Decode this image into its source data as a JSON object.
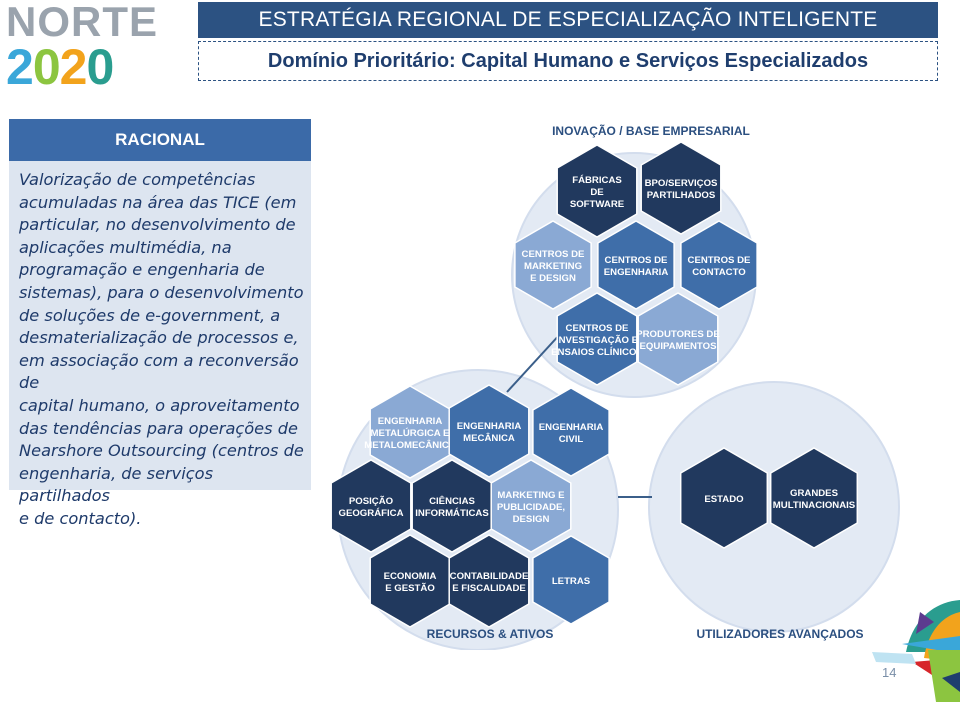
{
  "logo": {
    "line1": "NORTE",
    "line2": "2020"
  },
  "header": {
    "title": "ESTRATÉGIA REGIONAL DE ESPECIALIZAÇÃO INTELIGENTE",
    "subtitle": "Domínio Prioritário: Capital Humano e Serviços Especializados"
  },
  "racional": {
    "heading": "RACIONAL",
    "lines": [
      "Valorização de competências",
      "acumuladas na área das TICE (em",
      "particular, no desenvolvimento de",
      "aplicações multimédia, na",
      "programação e engenharia de",
      "sistemas), para o desenvolvimento",
      "de soluções de e-government, a",
      "desmaterialização de processos e,",
      "em associação com a reconversão de",
      "capital humano, o aproveitamento",
      "das tendências para operações de",
      "Nearshore Outsourcing (centros de",
      "engenharia, de serviços partilhados",
      "e de contacto)."
    ]
  },
  "diagram": {
    "top_circle_label": "INOVAÇÃO / BASE EMPRESARIAL",
    "left_circle_label": "RECURSOS & ATIVOS",
    "right_circle_label": "UTILIZADORES AVANÇADOS",
    "top_hexes": [
      {
        "lines": [
          "FÁBRICAS",
          "DE",
          "SOFTWARE"
        ],
        "shade": "dark"
      },
      {
        "lines": [
          "BPO/SERVIÇOS",
          "PARTILHADOS"
        ],
        "shade": "dark"
      },
      {
        "lines": [
          "CENTROS DE",
          "MARKETING",
          "E DESIGN"
        ],
        "shade": "light"
      },
      {
        "lines": [
          "CENTROS DE",
          "ENGENHARIA"
        ],
        "shade": "mid"
      },
      {
        "lines": [
          "CENTROS DE",
          "CONTACTO"
        ],
        "shade": "mid"
      },
      {
        "lines": [
          "CENTROS DE",
          "INVESTIGAÇÃO E",
          "ENSAIOS CLÍNICOS"
        ],
        "shade": "mid"
      },
      {
        "lines": [
          "PRODUTORES DE",
          "EQUIPAMENTOS"
        ],
        "shade": "light"
      }
    ],
    "left_hexes": [
      {
        "lines": [
          "ENGENHARIA",
          "METALÚRGICA E",
          "METALOMECÂNICA"
        ],
        "shade": "light"
      },
      {
        "lines": [
          "ENGENHARIA",
          "MECÂNICA"
        ],
        "shade": "mid"
      },
      {
        "lines": [
          "ENGENHARIA",
          "CIVIL"
        ],
        "shade": "mid"
      },
      {
        "lines": [
          "POSIÇÃO",
          "GEOGRÁFICA"
        ],
        "shade": "dark"
      },
      {
        "lines": [
          "CIÊNCIAS",
          "INFORMÁTICAS"
        ],
        "shade": "dark"
      },
      {
        "lines": [
          "MARKETING E",
          "PUBLICIDADE,",
          "DESIGN"
        ],
        "shade": "light"
      },
      {
        "lines": [
          "ECONOMIA",
          "E GESTÃO"
        ],
        "shade": "dark"
      },
      {
        "lines": [
          "CONTABILIDADE",
          "E FISCALIDADE"
        ],
        "shade": "dark"
      },
      {
        "lines": [
          "LETRAS"
        ],
        "shade": "mid"
      }
    ],
    "right_hexes": [
      {
        "lines": [
          "ESTADO"
        ],
        "shade": "dark"
      },
      {
        "lines": [
          "GRANDES",
          "MULTINACIONAIS"
        ],
        "shade": "dark"
      }
    ]
  },
  "page_number": "14",
  "colors": {
    "dark": "#21395e",
    "mid": "#3f6ea9",
    "light": "#8aa9d4",
    "circle": "#e3eaf4",
    "circle_edge": "#d3dded",
    "label": "#2b4f80"
  }
}
